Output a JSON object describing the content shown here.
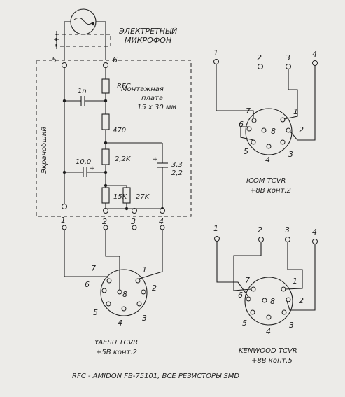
{
  "colors": {
    "ink": "#1f1f1f",
    "paper": "#ecebe8"
  },
  "microphone": {
    "line1": "ЭЛЕКТРЕТНЫЙ",
    "line2": "МИКРОФОН"
  },
  "board": {
    "line1": "Монтажная",
    "line2": "плата",
    "line3": "15 х 30 мм"
  },
  "shield_label": "Экранобщий",
  "nodes": {
    "n5": "5",
    "n6": "6"
  },
  "components": {
    "rfc": "RFC",
    "c_1n": "1n",
    "r_470": "470",
    "r_2k2": "2,2K",
    "c_10": "10,0",
    "c_10_pol": "+",
    "r_15k": "15K",
    "r_27k": "27K",
    "c_3_3_value": "3,3",
    "c_3_3_voltage": "2,2",
    "c_3_3_pol": "+"
  },
  "board_pins": [
    "1",
    "2",
    "3",
    "4"
  ],
  "icom": {
    "pins_top": [
      "1",
      "2",
      "3",
      "4"
    ],
    "socket_pins": [
      "7",
      "1",
      "6",
      "8",
      "2",
      "5",
      "4",
      "3"
    ],
    "title": "ICOM TCVR",
    "subtitle": "+8B конт.2"
  },
  "yaesu": {
    "socket_pins": [
      "7",
      "1",
      "6",
      "8",
      "2",
      "5",
      "4",
      "3"
    ],
    "title": "YAESU TCVR",
    "subtitle": "+5B конт.2"
  },
  "kenwood": {
    "pins_top": [
      "1",
      "2",
      "3",
      "4"
    ],
    "socket_pins": [
      "7",
      "1",
      "6",
      "8",
      "2",
      "5",
      "4",
      "3"
    ],
    "title": "KENWOOD TCVR",
    "subtitle": "+8B конт.5"
  },
  "footer": "RFC - AMIDON FB-75101, ВСЕ РЕЗИСТОРЫ SMD"
}
